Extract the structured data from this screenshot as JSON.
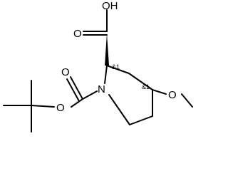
{
  "molecule": {
    "atoms": {
      "oh": "OH",
      "carbonyl_o_acid": "O",
      "ring_n": "N",
      "carbonyl_o_boc": "O",
      "ester_o": "O",
      "ether_o": "O"
    },
    "stereo": {
      "c2": "&1",
      "c4": "&1"
    }
  }
}
